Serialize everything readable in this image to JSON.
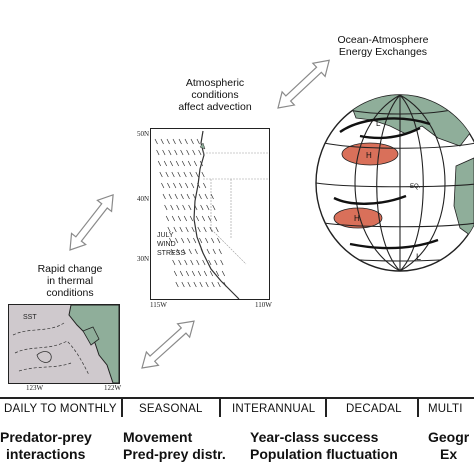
{
  "captions": {
    "ocean_atmosphere": [
      "Ocean-Atmosphere",
      "Energy Exchanges"
    ],
    "atmospheric": [
      "Atmospheric",
      "conditions",
      "affect advection"
    ],
    "rapid_change": [
      "Rapid change",
      "in thermal",
      "conditions"
    ]
  },
  "wind_map": {
    "lat_ticks": [
      "50N",
      "40N",
      "30N"
    ],
    "lon_ticks": [
      "115W",
      "110W"
    ],
    "label": [
      "JULY",
      "WIND",
      "STRESS"
    ]
  },
  "sst_map": {
    "label": "SST",
    "lon_ticks": [
      "123W",
      "122W"
    ]
  },
  "globe": {
    "high_labels": [
      "H",
      "H"
    ],
    "low_labels": [
      "L",
      "L"
    ],
    "eq_label": "EQ."
  },
  "timescale": [
    "DAILY TO MONTHLY",
    "SEASONAL",
    "INTERANNUAL",
    "DECADAL",
    "MULTI"
  ],
  "processes": [
    [
      "Predator-prey",
      "interactions"
    ],
    [
      "Movement",
      "Pred-prey distr."
    ],
    [
      "Year-class success",
      "Population fluctuation"
    ],
    [
      "Geogr",
      "Ex"
    ]
  ],
  "colors": {
    "land_green": "#8fae9a",
    "pressure_red": "#d9705a",
    "sst_gray": "#c9c3c8",
    "arrow_gray": "#9a9a9a"
  }
}
